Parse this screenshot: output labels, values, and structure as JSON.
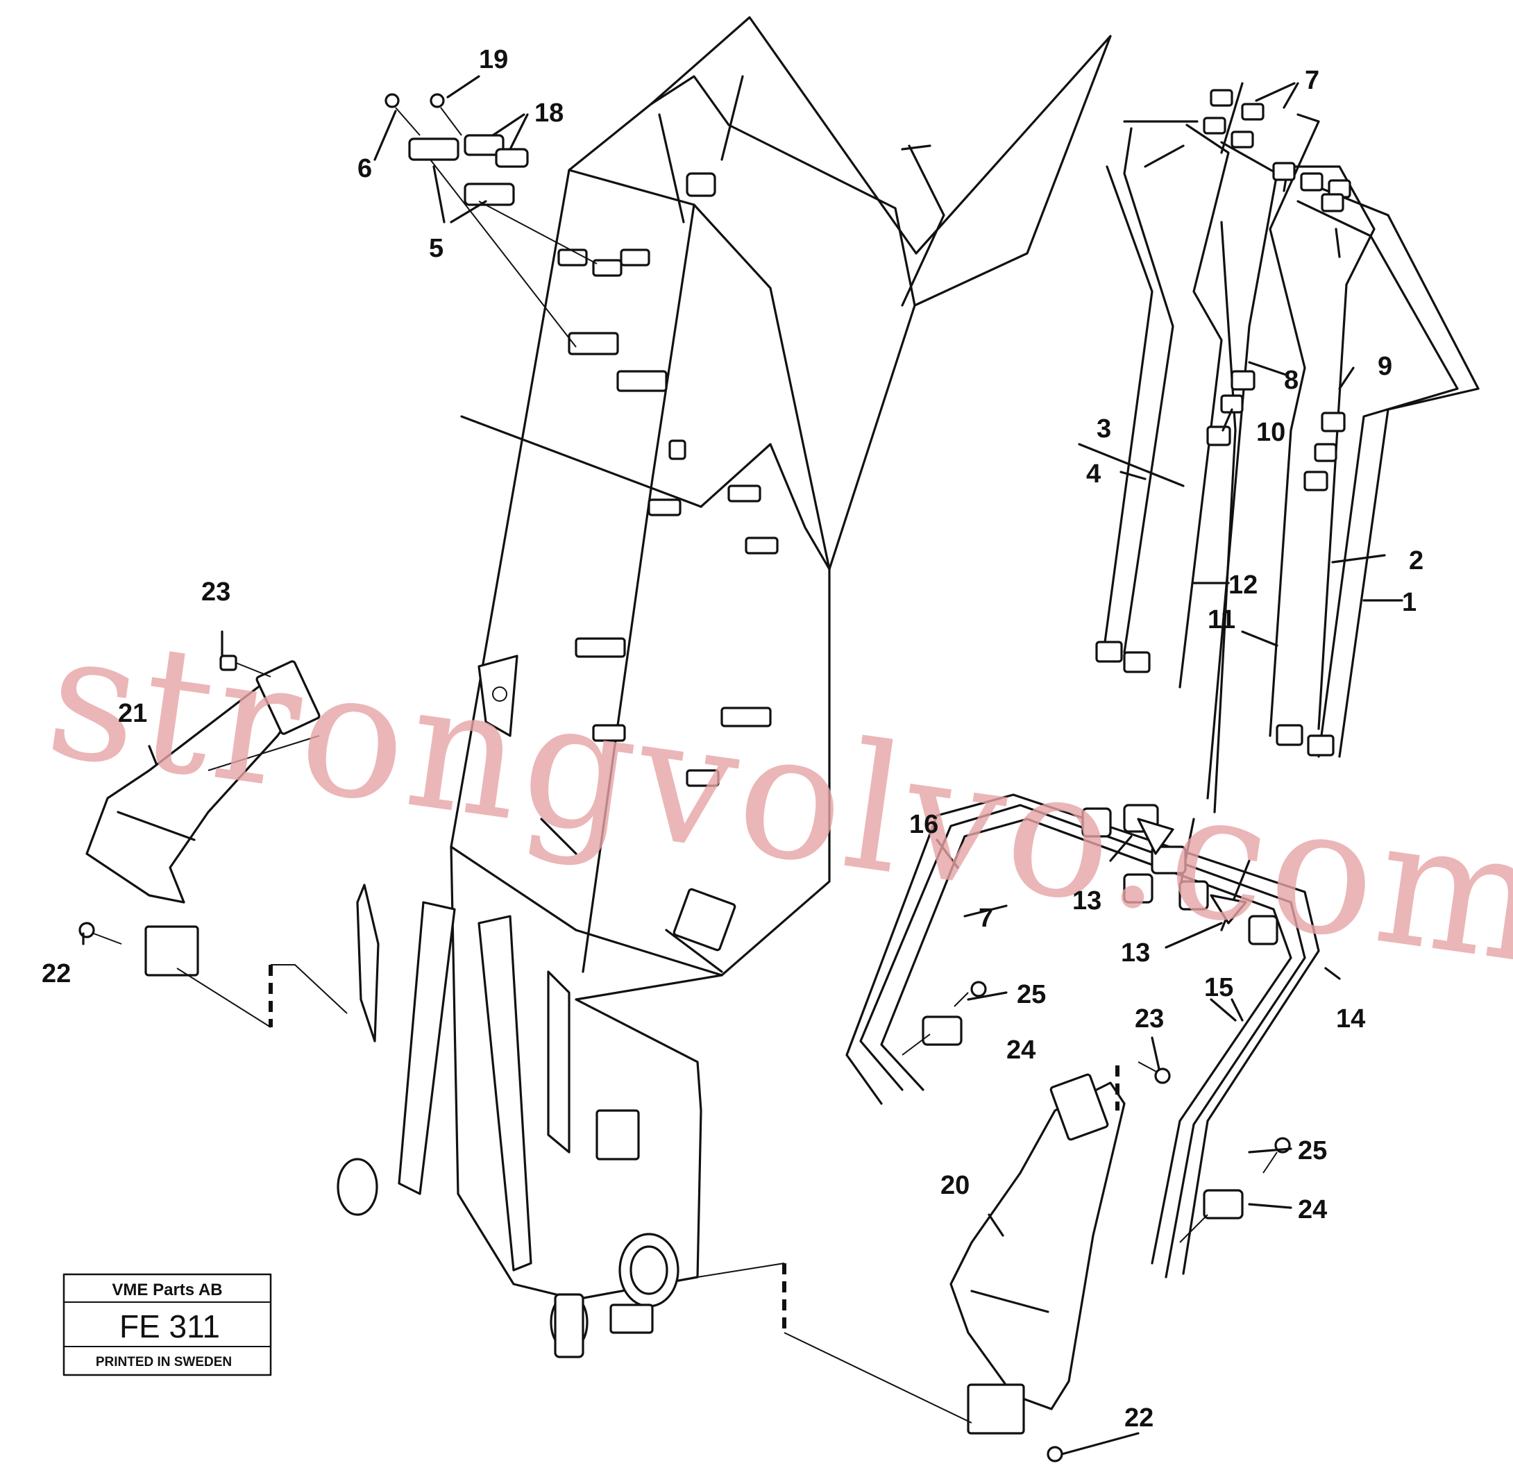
{
  "diagram": {
    "part_labels": [
      "1",
      "2",
      "3",
      "4",
      "5",
      "6",
      "7",
      "7",
      "8",
      "9",
      "10",
      "11",
      "12",
      "13",
      "13",
      "14",
      "15",
      "16",
      "18",
      "19",
      "20",
      "21",
      "22",
      "22",
      "23",
      "23",
      "24",
      "24",
      "25",
      "25"
    ],
    "watermark": "strongvolvo.com"
  },
  "stamp": {
    "company": "VME Parts AB",
    "code": "FE 311",
    "printed": "PRINTED IN SWEDEN"
  }
}
